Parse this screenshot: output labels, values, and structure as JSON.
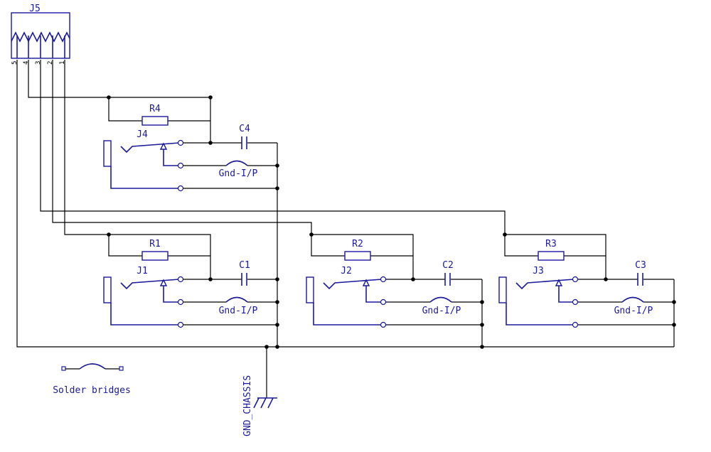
{
  "connector": {
    "ref": "J5",
    "pins": [
      "5",
      "4",
      "3",
      "2",
      "1"
    ]
  },
  "channels": [
    {
      "jack": "J4",
      "resistor": "R4",
      "capacitor": "C4",
      "bridge_label": "Gnd-I/P"
    },
    {
      "jack": "J1",
      "resistor": "R1",
      "capacitor": "C1",
      "bridge_label": "Gnd-I/P"
    },
    {
      "jack": "J2",
      "resistor": "R2",
      "capacitor": "C2",
      "bridge_label": "Gnd-I/P"
    },
    {
      "jack": "J3",
      "resistor": "R3",
      "capacitor": "C3",
      "bridge_label": "Gnd-I/P"
    }
  ],
  "ground": {
    "label": "GND_CHASSIS"
  },
  "legend": {
    "label": "Solder bridges"
  },
  "colors": {
    "component": "#1a1a9c",
    "wire": "#000000"
  }
}
